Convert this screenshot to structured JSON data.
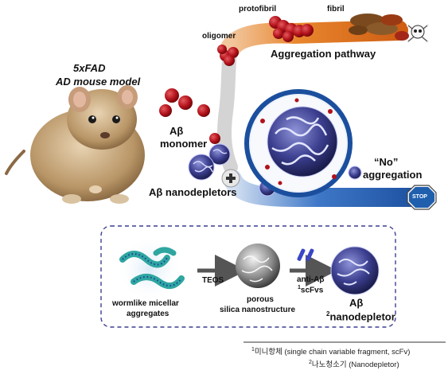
{
  "model": {
    "line1": "5xFAD",
    "line2": "AD mouse model"
  },
  "pathway": {
    "oligomer": "oligomer",
    "protofibril": "protofibril",
    "fibril": "fibril",
    "title": "Aggregation pathway"
  },
  "monomer": {
    "line1": "Aβ",
    "line2": "monomer"
  },
  "nodepletor": {
    "label": "Aβ nanodepletors"
  },
  "no_aggregation": {
    "line1": "“No”",
    "line2": "aggregation",
    "stop": "STOP"
  },
  "synthesis": {
    "micellar_1": "wormlike micellar",
    "micellar_2": "aggregates",
    "teos": "TEOS",
    "porous_1": "porous",
    "porous_2": "silica nanostructure",
    "anti_1": "anti-Aβ",
    "anti_sup": "1",
    "anti_2": "scFvs",
    "product_1": "Aβ",
    "product_sup": "2",
    "product_2": "nanodepletor"
  },
  "footnotes": {
    "n1_sup": "1",
    "n1": "미니항체 (single chain variable fragment, scFv)",
    "n2_sup": "2",
    "n2": "나노청소기 (Nanodepletor)"
  },
  "colors": {
    "aggregation_orange": "#e07b25",
    "stop_blue": "#1f5fae",
    "monomer_red": "#b3121b",
    "particle_blue": "#3c3f8f"
  }
}
